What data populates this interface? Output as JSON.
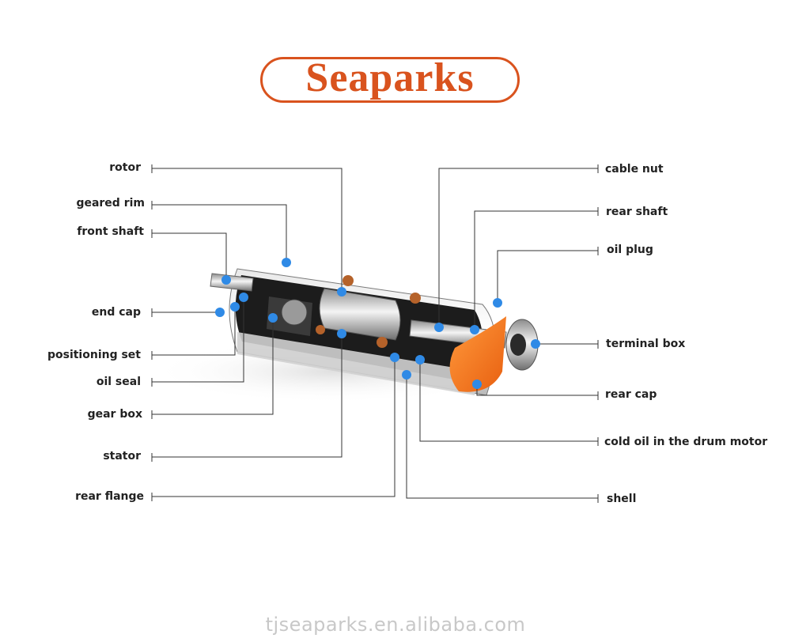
{
  "brand": {
    "name": "Seaparks",
    "color": "#d9531e"
  },
  "labels_left": [
    {
      "key": "rotor",
      "text": "rotor"
    },
    {
      "key": "geared_rim",
      "text": "geared rim"
    },
    {
      "key": "front_shaft",
      "text": "front shaft"
    },
    {
      "key": "end_cap",
      "text": "end cap"
    },
    {
      "key": "positioning_set",
      "text": "positioning set"
    },
    {
      "key": "oil_seal",
      "text": "oil seal"
    },
    {
      "key": "gear_box",
      "text": "gear box"
    },
    {
      "key": "stator",
      "text": "stator"
    },
    {
      "key": "rear_flange",
      "text": "rear flange"
    }
  ],
  "labels_right": [
    {
      "key": "cable_nut",
      "text": "cable nut"
    },
    {
      "key": "rear_shaft",
      "text": "rear shaft"
    },
    {
      "key": "oil_plug",
      "text": "oil plug"
    },
    {
      "key": "terminal_box",
      "text": "terminal box"
    },
    {
      "key": "rear_cap",
      "text": "rear cap"
    },
    {
      "key": "cold_oil",
      "text": "cold oil in the drum motor"
    },
    {
      "key": "shell",
      "text": "shell"
    }
  ],
  "watermark": "tjseaparks.en.alibaba.com",
  "colors": {
    "marker": "#2f8ae6",
    "leader": "#333333",
    "accent": "#f07a22"
  }
}
